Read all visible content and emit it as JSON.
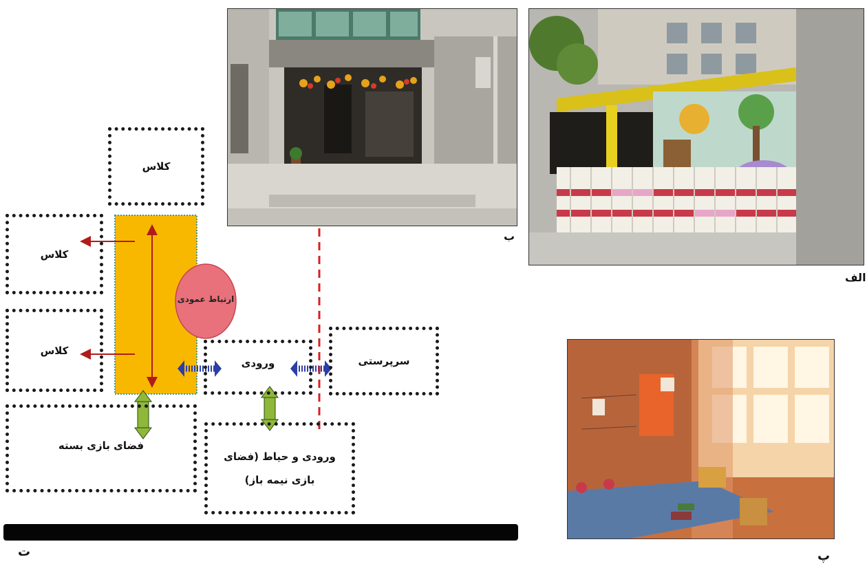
{
  "floor_plan": {
    "rooms": {
      "class_top": "کلاس",
      "class_mid": "کلاس",
      "class_low": "کلاس",
      "vertical_circulation": "ارتباط عمودی",
      "entrance": "ورودی",
      "supervision": "سرپرستی",
      "closed_play": "فضای بازی بسته",
      "yard_line1": "ورودی و حیاط (فضای",
      "yard_line2": "بازی نیمه باز)"
    },
    "colors": {
      "corridor": "#f8b800",
      "vertical_circulation": "#e8717b",
      "arrow_red": "#b01c1c",
      "arrow_blue": "#2c3ea8",
      "arrow_green": "#8fb83a",
      "dashed_path": "#d42020"
    }
  },
  "captions": {
    "a": "الف",
    "b": "ب",
    "c": "پ",
    "d": "ت"
  },
  "photos": {
    "b": "building-entrance-photo",
    "a": "playground-fence-photo",
    "c": "classroom-photo"
  }
}
